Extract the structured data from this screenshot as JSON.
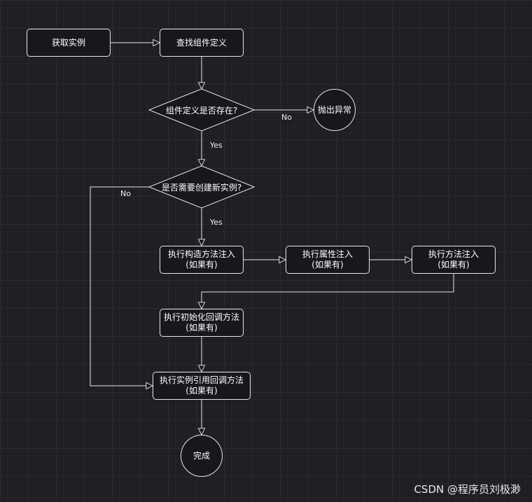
{
  "nodes": {
    "get_instance": "获取实例",
    "find_definition": "查找组件定义",
    "definition_exists": "组件定义是否存在?",
    "throw_exception": "抛出异常",
    "need_new_instance": "是否需要创建新实例?",
    "constructor_injection": "执行构造方法注入\n(如果有)",
    "property_injection": "执行属性注入\n(如果有)",
    "method_injection": "执行方法注入\n(如果有)",
    "init_callback": "执行初始化回调方法\n(如果有)",
    "instance_ref_callback": "执行实例引用回调方法\n(如果有)",
    "done": "完成"
  },
  "edge_labels": {
    "exists_no": "No",
    "exists_yes": "Yes",
    "need_new_no": "No",
    "need_new_yes": "Yes"
  },
  "watermark": "CSDN @程序员刘极渺",
  "colors": {
    "background": "#1f1e24",
    "grid": "#2c2b33",
    "node_fill": "#18171c",
    "stroke": "#e6e6e6",
    "text": "#ffffff"
  }
}
